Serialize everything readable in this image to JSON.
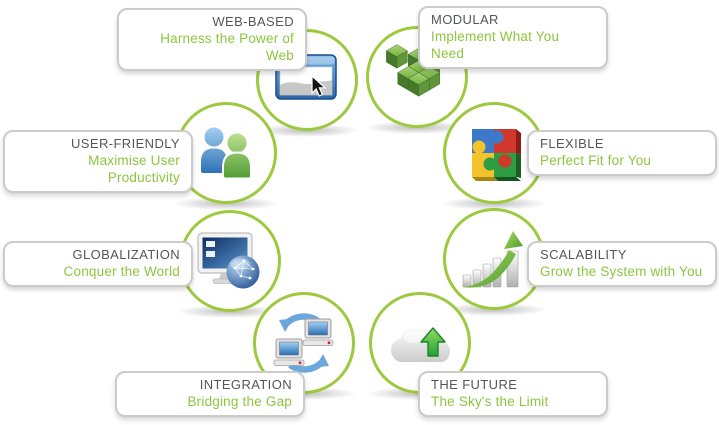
{
  "diagram_title": "Product feature wheel",
  "colors": {
    "accent_green": "#8cc63f",
    "circle_stroke": "#9cc93d",
    "title_gray": "#55565a",
    "box_border": "#cbcbcb",
    "background": "#ffffff"
  },
  "features": [
    {
      "title": "WEB-BASED",
      "subtitle": "Harness the Power of Web",
      "icon": "browser-window-icon"
    },
    {
      "title": "MODULAR",
      "subtitle": "Implement What You Need",
      "icon": "green-cubes-icon"
    },
    {
      "title": "USER-FRIENDLY",
      "subtitle": "Maximise User Productivity",
      "icon": "two-people-icon"
    },
    {
      "title": "FLEXIBLE",
      "subtitle": "Perfect Fit for You",
      "icon": "puzzle-pieces-icon"
    },
    {
      "title": "GLOBALIZATION",
      "subtitle": "Conquer the World",
      "icon": "monitor-globe-icon"
    },
    {
      "title": "SCALABILITY",
      "subtitle": "Grow the System with You",
      "icon": "growth-chart-arrow-icon"
    },
    {
      "title": "INTEGRATION",
      "subtitle": "Bridging the Gap",
      "icon": "sync-computers-icon"
    },
    {
      "title": "THE FUTURE",
      "subtitle": "The Sky's the Limit",
      "icon": "cloud-upload-icon"
    }
  ]
}
